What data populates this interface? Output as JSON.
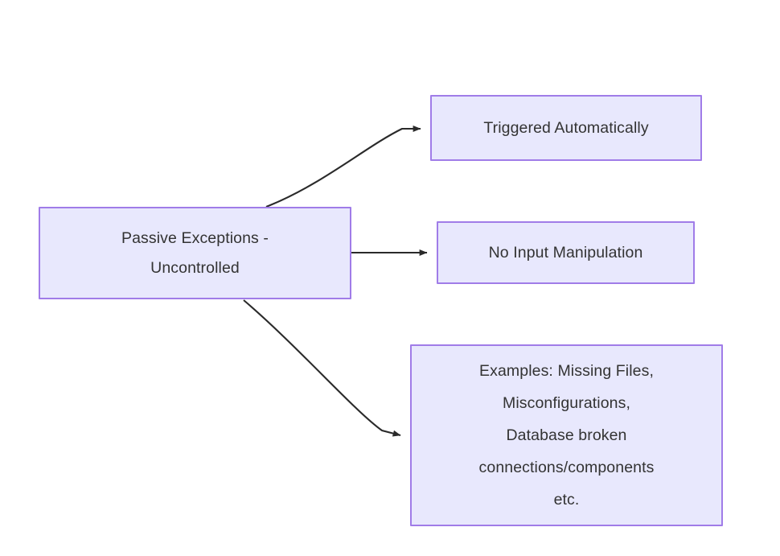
{
  "diagram": {
    "title": "Passive Exceptions - Uncontrolled",
    "background_color": "#ffffff",
    "node_fill_color": "#e8e8fd",
    "node_border_color": "#a07ce8",
    "node_text_color": "#333333",
    "edge_color": "#2a2a2a",
    "nodes": [
      {
        "id": "source",
        "label": "Passive Exceptions -\nUncontrolled",
        "role": "root"
      },
      {
        "id": "triggered",
        "label": "Triggered Automatically",
        "role": "attribute"
      },
      {
        "id": "noinput",
        "label": "No Input Manipulation",
        "role": "attribute"
      },
      {
        "id": "examples",
        "label": "Examples: Missing Files,\nMisconfigurations,\nDatabase broken\nconnections/components\netc.",
        "role": "examples"
      }
    ],
    "edges": [
      {
        "id": "edge-source-triggered",
        "from": "source",
        "to": "triggered",
        "style": "curved",
        "arrowhead": "solid-triangle"
      },
      {
        "id": "edge-source-noinput",
        "from": "source",
        "to": "noinput",
        "style": "straight",
        "arrowhead": "solid-triangle"
      },
      {
        "id": "edge-source-examples",
        "from": "source",
        "to": "examples",
        "style": "curved",
        "arrowhead": "solid-triangle"
      }
    ]
  }
}
